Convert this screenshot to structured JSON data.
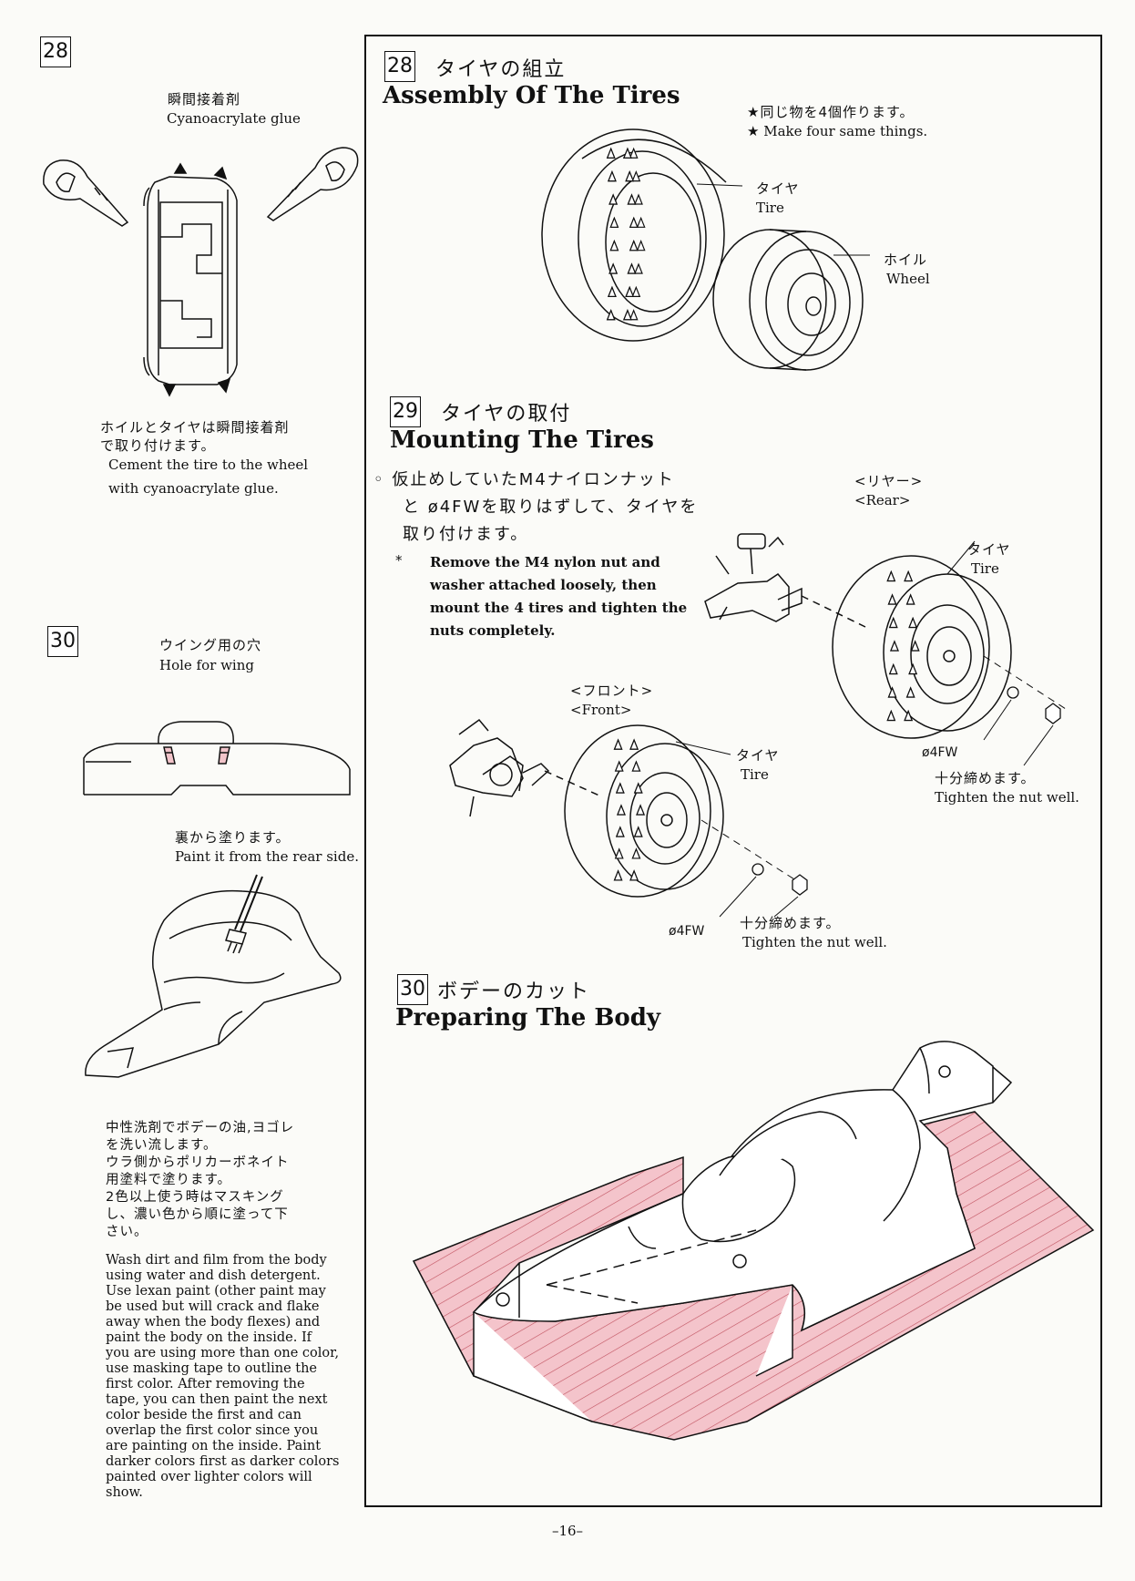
{
  "left": {
    "step28": {
      "number": "28",
      "glue_jp": "瞬間接着剤",
      "glue_en": "Cyanoacrylate glue",
      "note_jp_1": "ホイルとタイヤは瞬間接着剤",
      "note_jp_2": "で取り付けます。",
      "note_en_1": "Cement the tire to the wheel",
      "note_en_2": "with cyanoacrylate glue."
    },
    "step30": {
      "number": "30",
      "hole_jp": "ウイング用の穴",
      "hole_en": "Hole for wing",
      "paint_jp": "裏から塗ります。",
      "paint_en": "Paint it from the rear side.",
      "wash_jp": [
        "中性洗剤でボデーの油,ヨゴレ",
        "を洗い流します。",
        "ウラ側からポリカーボネイト",
        "用塗料で塗ります。",
        "2色以上使う時はマスキング",
        "し、濃い色から順に塗って下",
        "さい。"
      ],
      "wash_en": [
        "Wash dirt and film from the body",
        "using water and dish detergent.",
        "Use lexan paint (other paint may",
        "be used but will crack and flake",
        "away when the body flexes) and",
        "paint the body on the inside.  If",
        "you are using more than one color,",
        "use masking tape to outline the",
        "first color.  After removing the",
        "tape, you can then paint the next",
        "color beside the first and can",
        "overlap the first color since you",
        "are painting on the inside.  Paint",
        "darker colors first as darker colors",
        "painted over lighter colors will",
        "show."
      ]
    }
  },
  "main": {
    "step28": {
      "number": "28",
      "title_jp": "タイヤの組立",
      "title_en": "Assembly Of The Tires",
      "note_jp": "★同じ物を4個作ります。",
      "note_en": "★ Make four same things.",
      "tire_jp": "タイヤ",
      "tire_en": "Tire",
      "wheel_jp": "ホイル",
      "wheel_en": "Wheel"
    },
    "step29": {
      "number": "29",
      "title_jp": "タイヤの取付",
      "title_en": "Mounting The Tires",
      "instr_jp": [
        "◦ 仮止めしていたM4ナイロンナット",
        "と ø4FWを取りはずして、タイヤを",
        "取り付けます。"
      ],
      "bullet": "*",
      "instr_en": [
        "Remove the M4 nylon nut and",
        "washer attached loosely, then",
        "mount the 4 tires and tighten the",
        "nuts completely."
      ],
      "rear_jp": "<リヤー>",
      "rear_en": "<Rear>",
      "front_jp": "<フロント>",
      "front_en": "<Front>",
      "tire_jp": "タイヤ",
      "tire_en": "Tire",
      "washer": "ø4FW",
      "tighten_jp": "十分締めます。",
      "tighten_en": "Tighten the nut well."
    },
    "step30": {
      "number": "30",
      "title_jp": "ボデーのカット",
      "title_en": "Preparing The Body"
    }
  },
  "footer": {
    "page": "–16–"
  },
  "colors": {
    "cut_area": "#f4c4cb",
    "hatch": "#c0505e",
    "ink": "#111111",
    "paper": "#fbfbf8"
  }
}
